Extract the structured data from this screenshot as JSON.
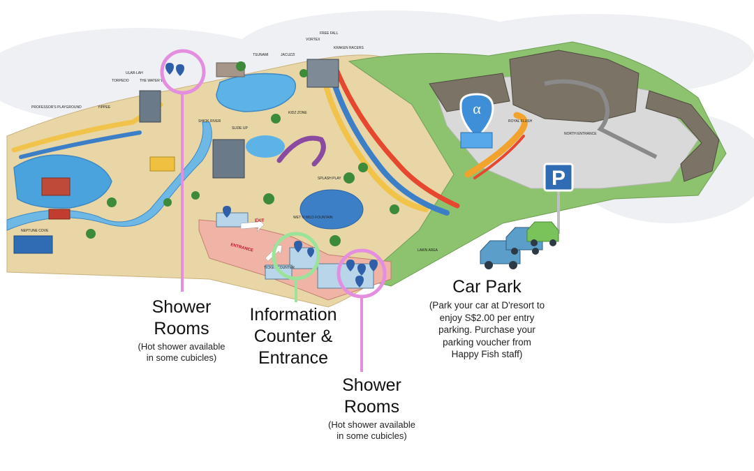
{
  "map_labels": {
    "professors_playground": "PROFESSOR'S PLAYGROUND",
    "yipee": "YIPPEE",
    "torpedo": "TORPEDO",
    "ular_lah": "ULAR-LAH",
    "the_water_wheel": "THE WATER W",
    "tsunami": "TSUNAMI",
    "jacuzzi": "JACUZZI",
    "free_fall": "FREE FALL",
    "vortex": "VORTEX",
    "kraken_racers": "KRAKEN RACERS",
    "shiok_river": "SHIOK RIVER",
    "slide_up": "SLIDE UP",
    "kidz_zone": "KIDZ ZONE",
    "splash_play": "SPLASH PLAY",
    "wet_wild_fountain": "WET N WILD FOUNTAIN",
    "neptune_cove": "NEPTUNE COVE",
    "exit": "EXIT",
    "entrance": "ENTRANCE",
    "ticket_counter": "TICKET COUNTER",
    "lawn_area": "LAWN AREA",
    "royal_flush": "ROYAL FLUSH",
    "north_entrance": "NORTH ENTRANCE",
    "parking_sign": "P",
    "logo_mark": "α"
  },
  "annotations": {
    "shower_left_title": "Shower\nRooms",
    "shower_left_note": "(Hot shower available\nin some cubicles)",
    "info_title": "Information\nCounter &\nEntrance",
    "shower_right_title": "Shower\nRooms",
    "shower_right_note": "(Hot shower available\nin some cubicles)",
    "carpark_title": "Car Park",
    "carpark_note": "(Park your car at D'resort to\nenjoy S$2.00 per entry\nparking. Purchase your\nparking voucher from\nHappy Fish staff)"
  },
  "colors": {
    "shower_marker": "#e48ee0",
    "info_marker": "#9be39a",
    "sand": "#e8d6a6",
    "water": "#4aa3dd",
    "grass": "#8dc26f",
    "parking": "#2f6cb3"
  },
  "icons": {
    "shower": "shower-pin-icon",
    "info": "info-pin-icon",
    "parking": "parking-sign-icon",
    "car": "car-icon",
    "hotel_logo": "hotel-logo-icon"
  }
}
